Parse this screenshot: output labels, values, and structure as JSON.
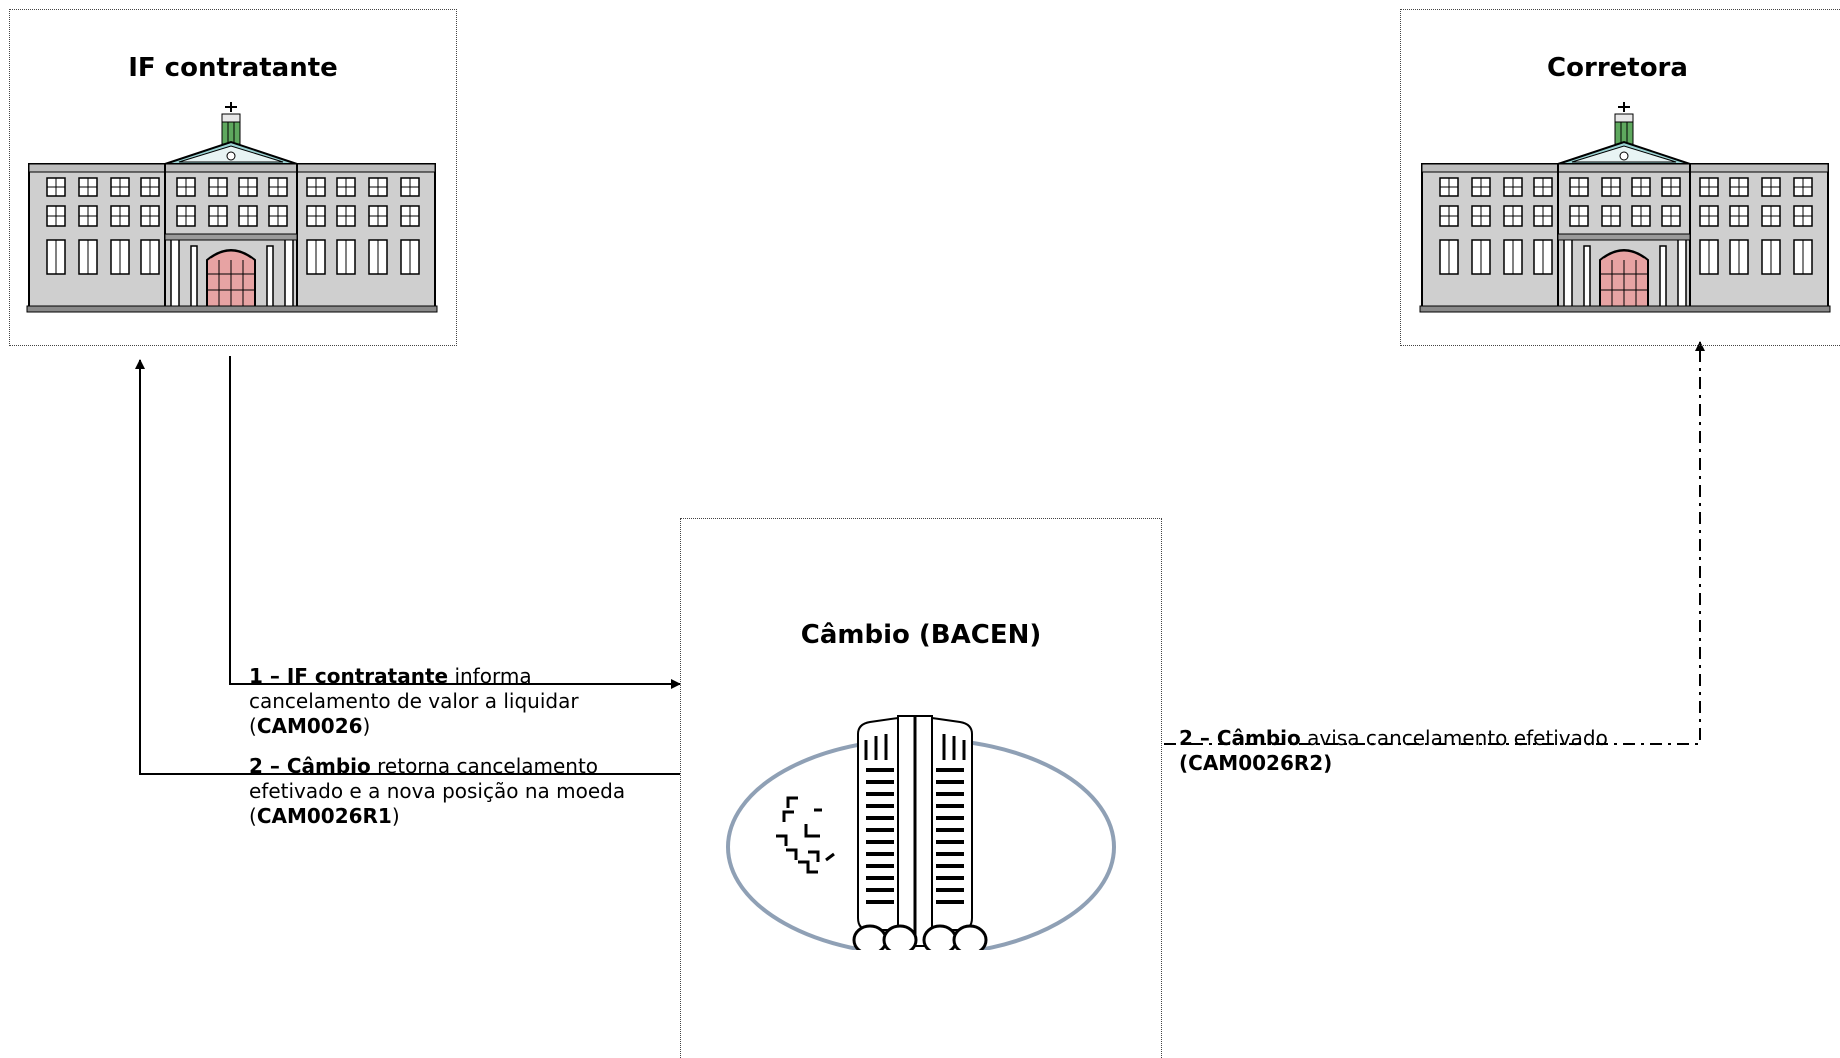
{
  "nodes": {
    "if_contratante": {
      "title": "IF contratante"
    },
    "corretora": {
      "title": "Corretora"
    },
    "cambio": {
      "title": "Câmbio (BACEN)"
    }
  },
  "messages": {
    "m1": {
      "num": "1 – ",
      "actor": "IF contratante",
      "line1_rest": " informa",
      "line2": "cancelamento de valor a liquidar",
      "code_open": "(",
      "code": "CAM0026",
      "code_close": ")"
    },
    "m2": {
      "num": "2 – ",
      "actor": "Câmbio",
      "line1_rest": " retorna cancelamento",
      "line2": "efetivado e a nova posição na moeda",
      "code_open": "(",
      "code": "CAM0026R1",
      "code_close": ")"
    },
    "m3": {
      "num": "2 – ",
      "actor": "Câmbio",
      "line1_rest": " avisa cancelamento efetivado",
      "code_line": "(CAM0026R2)"
    }
  }
}
